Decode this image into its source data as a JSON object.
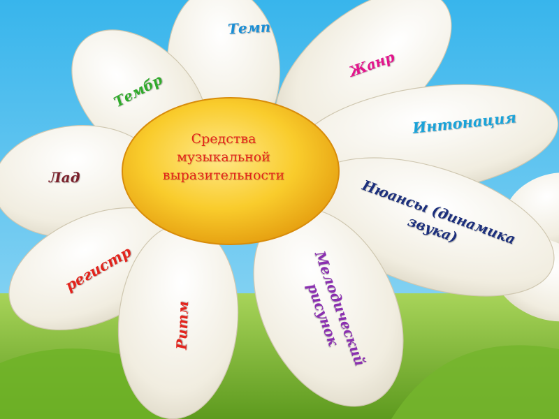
{
  "center": {
    "title": "Средства\nмузыкальной\nвыразительности"
  },
  "petals": {
    "tempo": "Темп",
    "timbre": "Тембр",
    "genre": "Жанр",
    "intonation": "Интонация",
    "mode": "Лад",
    "nuances": "Нюансы (динамика\nзвука)",
    "register": "регистр",
    "rhythm": "Ритм",
    "melody": "Мелодический\nрисунок"
  },
  "colors": {
    "sky": "#5fc8ee",
    "grass": "#8fc23a",
    "petal": "#f4f1e6",
    "core": "#f6c21b",
    "center_text": "#e2231a",
    "tempo": "#1a8fd6",
    "timbre": "#2faa2a",
    "genre": "#e3148c",
    "intonation": "#1aa3d9",
    "mode": "#7a1f2a",
    "nuances": "#1c2f7c",
    "register": "#e3231c",
    "rhythm": "#e3231c",
    "melody": "#8a2fb0"
  }
}
